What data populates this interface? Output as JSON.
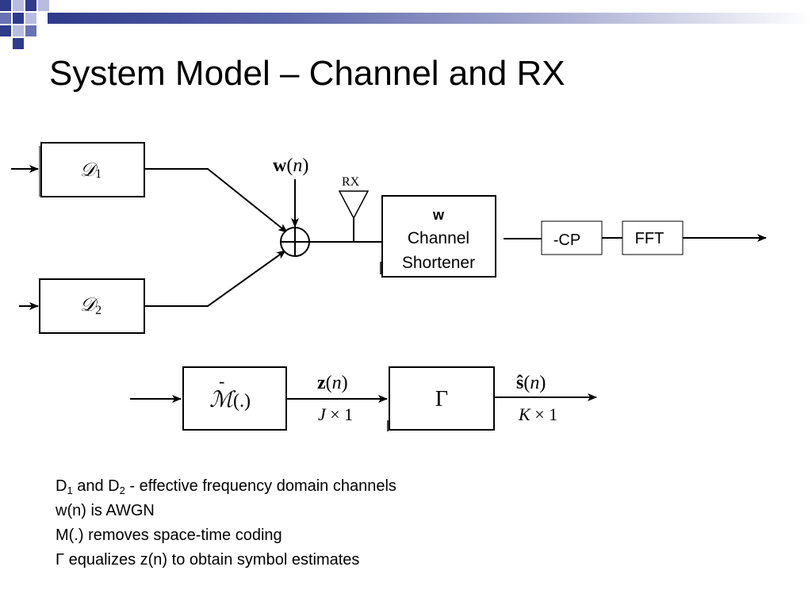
{
  "slide": {
    "title": "System Model – Channel and RX",
    "theme_colors": {
      "dark_blue": "#2e3a8a",
      "mid_blue": "#6a72b4",
      "light_blue": "#b8bde0",
      "line": "#000000"
    }
  },
  "diagram": {
    "channel1": {
      "label": "𝒟",
      "sub": "1"
    },
    "channel2": {
      "label": "𝒟",
      "sub": "2"
    },
    "noise": {
      "bold": "w",
      "paren_open": "(",
      "var": "n",
      "paren_close": ")"
    },
    "antenna_label": "RX",
    "shortener": {
      "line1": "w",
      "line2": "Channel",
      "line3": "Shortener"
    },
    "remove_cp": "-CP",
    "fft": "FFT",
    "m_block": {
      "bar": "-",
      "letter": "ℳ",
      "arg": "(.)"
    },
    "z_signal": {
      "bold": "z",
      "paren_open": "(",
      "var": "n",
      "paren_close": ")",
      "dim_var": "J",
      "dim_rest": " × 1"
    },
    "gamma_block": "Γ",
    "s_signal": {
      "bold": "ŝ",
      "paren_open": "(",
      "var": "n",
      "paren_close": ")",
      "dim_var": "K",
      "dim_rest": " × 1"
    }
  },
  "notes": {
    "line1": {
      "d": "D",
      "sub1": "1",
      "and": " and D",
      "sub2": "2",
      "rest": " - effective frequency domain channels"
    },
    "line2": "w(n) is AWGN",
    "line3": "M(.)  removes space-time coding",
    "line4": "Γ equalizes z(n) to obtain symbol estimates"
  }
}
